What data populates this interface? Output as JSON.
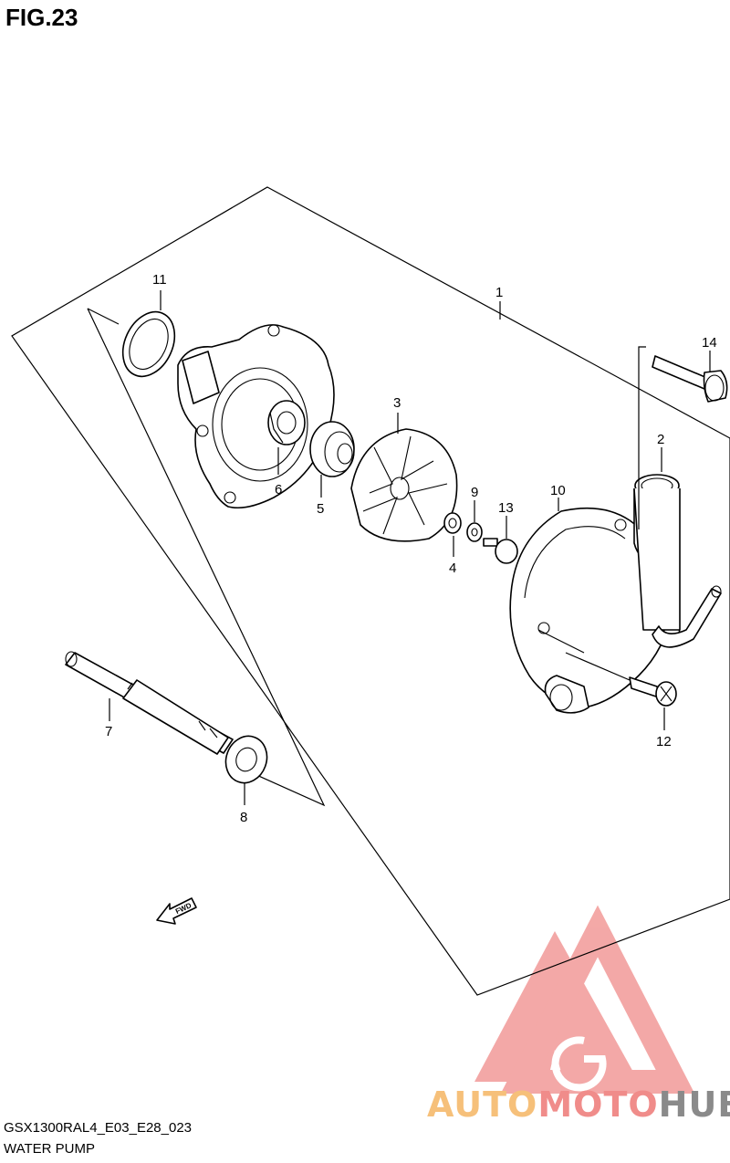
{
  "figure": {
    "title": "FIG.23",
    "code": "GSX1300RAL4_E03_E28_023",
    "caption": "WATER PUMP"
  },
  "callouts": [
    {
      "id": "c1",
      "label": "1"
    },
    {
      "id": "c2",
      "label": "2"
    },
    {
      "id": "c3",
      "label": "3"
    },
    {
      "id": "c4",
      "label": "4"
    },
    {
      "id": "c5",
      "label": "5"
    },
    {
      "id": "c6",
      "label": "6"
    },
    {
      "id": "c7",
      "label": "7"
    },
    {
      "id": "c8",
      "label": "8"
    },
    {
      "id": "c9",
      "label": "9"
    },
    {
      "id": "c10",
      "label": "10"
    },
    {
      "id": "c11",
      "label": "11"
    },
    {
      "id": "c12",
      "label": "12"
    },
    {
      "id": "c13",
      "label": "13"
    },
    {
      "id": "c14",
      "label": "14"
    }
  ],
  "fwd_arrow": {
    "label": "FWD"
  },
  "watermark": {
    "part1": "AUTO",
    "part2": "MOTO",
    "part3": "HUB",
    "color_triangle": "#f08c8a",
    "color_auto": "#f6c07a",
    "color_hub": "#8a8a8a"
  }
}
